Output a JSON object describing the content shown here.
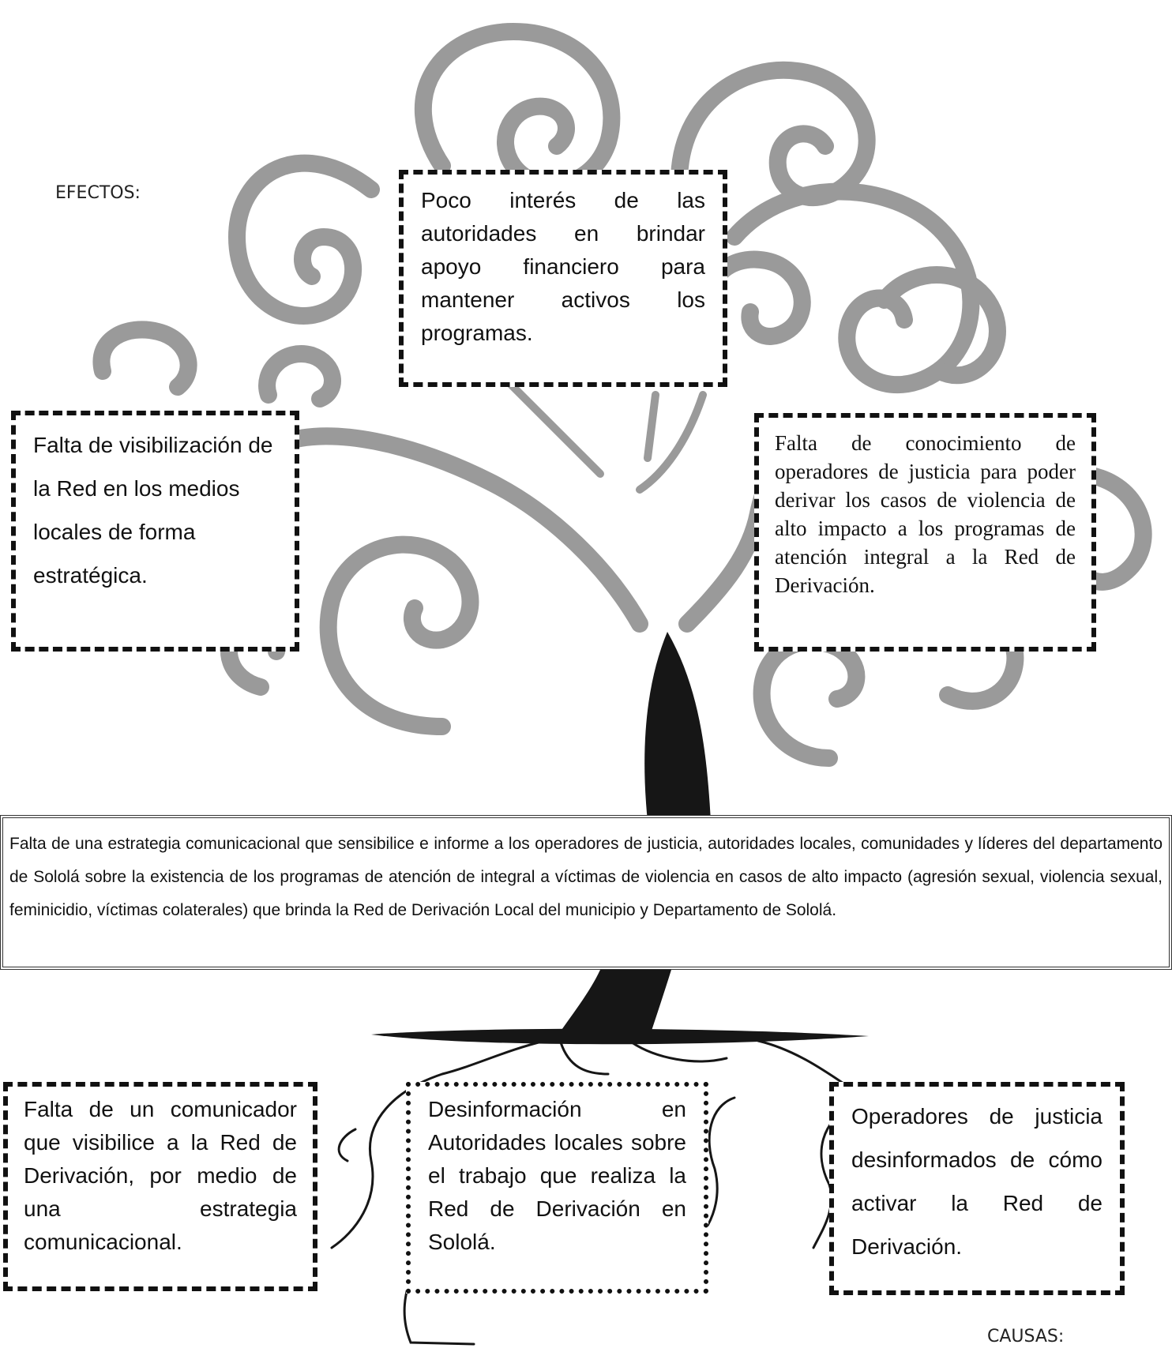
{
  "labels": {
    "effects": "EFECTOS:",
    "causes": "CAUSAS:"
  },
  "effects": [
    "Poco interés de las autoridades en brindar apoyo financiero para mantener activos los programas.",
    "Falta de visibilización de la Red en los medios locales de forma estratégica.",
    "Falta de conocimiento de operadores de justicia para poder derivar los casos de violencia de alto impacto a los programas de atención integral a la Red de Derivación."
  ],
  "problem": "Falta de una estrategia comunicacional que sensibilice e informe a los operadores de justicia, autoridades locales, comunidades y líderes del departamento de Sololá sobre la existencia de los programas de atención de integral a víctimas de violencia en casos de alto impacto (agresión sexual, violencia sexual, feminicidio, víctimas colaterales) que brinda la Red de Derivación Local del municipio y Departamento de Sololá.",
  "causes": [
    "Falta de un comunicador que visibilice a la Red de Derivación, por medio de una estrategia comunicacional.",
    "Desinformación en Autoridades locales sobre el trabajo que realiza la Red de Derivación en Sololá.",
    "Operadores de justicia desinformados de cómo activar la Red de Derivación."
  ],
  "colors": {
    "foliage": "#9a9a9a",
    "trunk": "#161616",
    "border": "#111111"
  }
}
